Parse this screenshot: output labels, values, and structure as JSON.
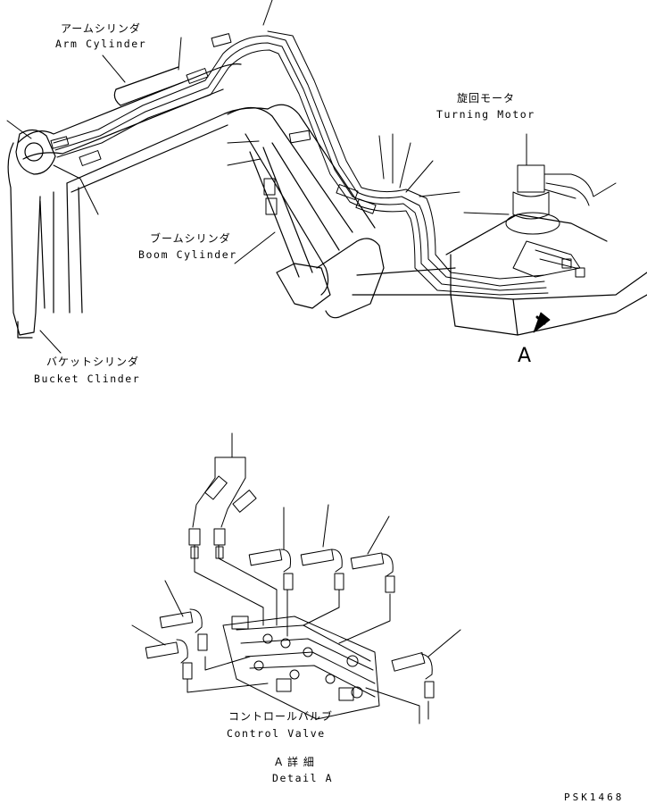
{
  "labels": {
    "arm_cylinder_jp": "アームシリンダ",
    "arm_cylinder_en": "Arm Cylinder",
    "turning_motor_jp": "旋回モータ",
    "turning_motor_en": "Turning Motor",
    "boom_cylinder_jp": "ブームシリンダ",
    "boom_cylinder_en": "Boom Cylinder",
    "bucket_cylinder_jp": "バケットシリンダ",
    "bucket_cylinder_en": "Bucket Clinder",
    "detail_marker": "A",
    "control_valve_jp": "コントロールバルブ",
    "control_valve_en": "Control Valve",
    "detail_jp": "A 詳 細",
    "detail_en": "Detail A",
    "drawing_code": "PSK1468"
  }
}
